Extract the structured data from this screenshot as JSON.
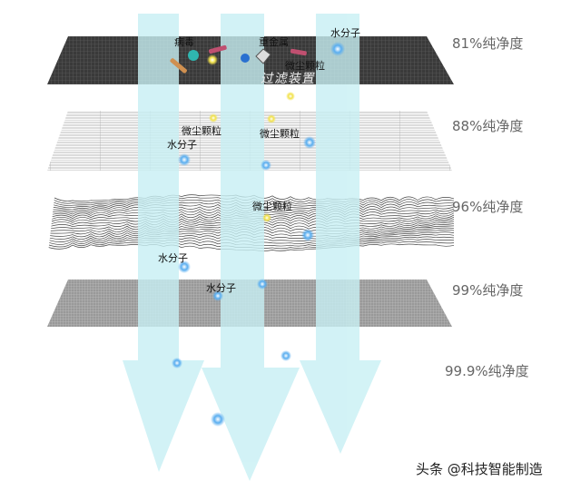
{
  "layers": [
    {
      "purity": "81%纯净度"
    },
    {
      "purity": "88%纯净度"
    },
    {
      "purity": "96%纯净度"
    },
    {
      "purity": "99%纯净度"
    },
    {
      "purity": "99.9%纯净度"
    }
  ],
  "particles": {
    "virus": "病毒",
    "heavy_metal": "重金属",
    "water_molecule": "水分子",
    "dust": "微尘颗粒",
    "filter_device": "过滤装置"
  },
  "watermark": "头条 @科技智能制造",
  "colors": {
    "arrow": "#c8f0f4",
    "layer1": "#3a3a3a",
    "layer4": "#8a8a8a",
    "water": "#5aaef0"
  }
}
